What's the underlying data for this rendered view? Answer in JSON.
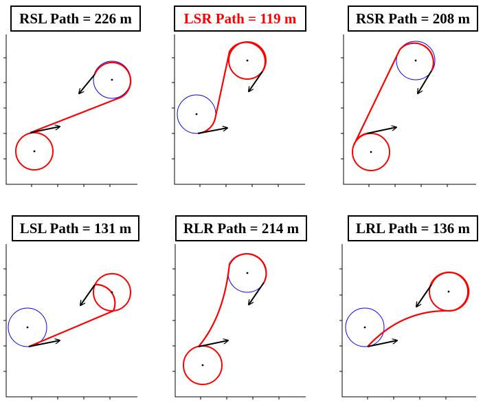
{
  "figure": {
    "panels": [
      {
        "id": "rsl",
        "title": "RSL Path = 226 m",
        "title_color": "#000000",
        "highlighted": false
      },
      {
        "id": "lsr",
        "title": "LSR Path = 119 m",
        "title_color": "#ff0000",
        "highlighted": true
      },
      {
        "id": "rsr",
        "title": "RSR Path = 208 m",
        "title_color": "#000000",
        "highlighted": false
      },
      {
        "id": "lsl",
        "title": "LSL Path = 131 m",
        "title_color": "#000000",
        "highlighted": false
      },
      {
        "id": "rlr",
        "title": "RLR Path = 214 m",
        "title_color": "#000000",
        "highlighted": false
      },
      {
        "id": "lrl",
        "title": "LRL Path = 136 m",
        "title_color": "#000000",
        "highlighted": false
      }
    ],
    "colors": {
      "path": "#ff0000",
      "turning_circle": "#0000ff",
      "heading_arrow": "#000000",
      "axes": "#000000"
    }
  }
}
